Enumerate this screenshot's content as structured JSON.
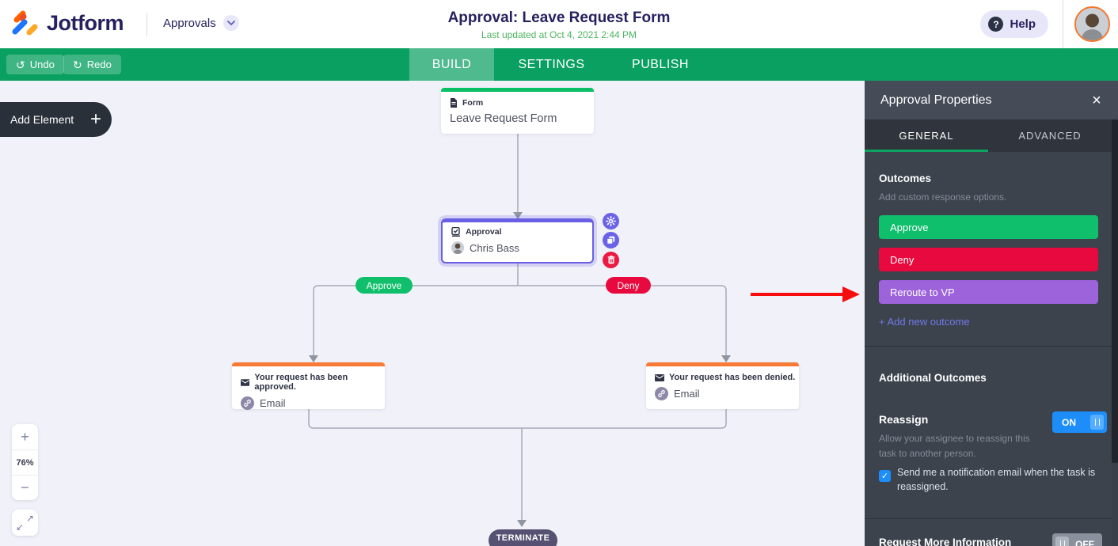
{
  "header": {
    "brand": "Jotform",
    "product": "Approvals",
    "title": "Approval: Leave Request Form",
    "last_updated": "Last updated at Oct 4, 2021 2:44 PM",
    "help_label": "Help"
  },
  "toolbar": {
    "undo_label": "Undo",
    "redo_label": "Redo",
    "tabs": [
      {
        "label": "BUILD",
        "active": true
      },
      {
        "label": "SETTINGS",
        "active": false
      },
      {
        "label": "PUBLISH",
        "active": false
      }
    ]
  },
  "canvas": {
    "add_element_label": "Add Element",
    "zoom_percent": "76%",
    "form_node": {
      "type_label": "Form",
      "title": "Leave Request Form"
    },
    "approval_node": {
      "type_label": "Approval",
      "assignee": "Chris Bass"
    },
    "branch_approve_label": "Approve",
    "branch_deny_label": "Deny",
    "email_approved_node": {
      "title": "Your request has been approved.",
      "type_label": "Email"
    },
    "email_denied_node": {
      "title": "Your request has been denied.",
      "type_label": "Email"
    },
    "terminate_label": "TERMINATE"
  },
  "panel": {
    "title": "Approval Properties",
    "tabs": [
      {
        "label": "GENERAL",
        "active": true
      },
      {
        "label": "ADVANCED",
        "active": false
      }
    ],
    "outcomes": {
      "heading": "Outcomes",
      "description": "Add custom response options.",
      "items": [
        {
          "label": "Approve",
          "color": "#0fbf6b"
        },
        {
          "label": "Deny",
          "color": "#e80a3e"
        },
        {
          "label": "Reroute to VP",
          "color": "#9c63db"
        }
      ],
      "add_new_label": "+ Add new outcome"
    },
    "additional_outcomes": {
      "heading": "Additional Outcomes",
      "reassign": {
        "heading": "Reassign",
        "toggle_state": "ON",
        "description": "Allow your assignee to reassign this task to another person.",
        "notification_label": "Send me a notification email when the task is reassigned.",
        "notification_checked": true
      },
      "request_more_info": {
        "heading": "Request More Information",
        "toggle_state": "OFF"
      }
    }
  },
  "colors": {
    "toolbar_green": "#0aa061",
    "subtitle_green": "#4db45f",
    "annotation_red": "#f70d0d",
    "toggle_on_blue": "#1d8ef9",
    "selected_node_purple": "#6a5fe3",
    "form_accent_green": "#0bbf66",
    "email_accent_orange": "#f87a35",
    "connector_gray": "#a6abb5"
  }
}
